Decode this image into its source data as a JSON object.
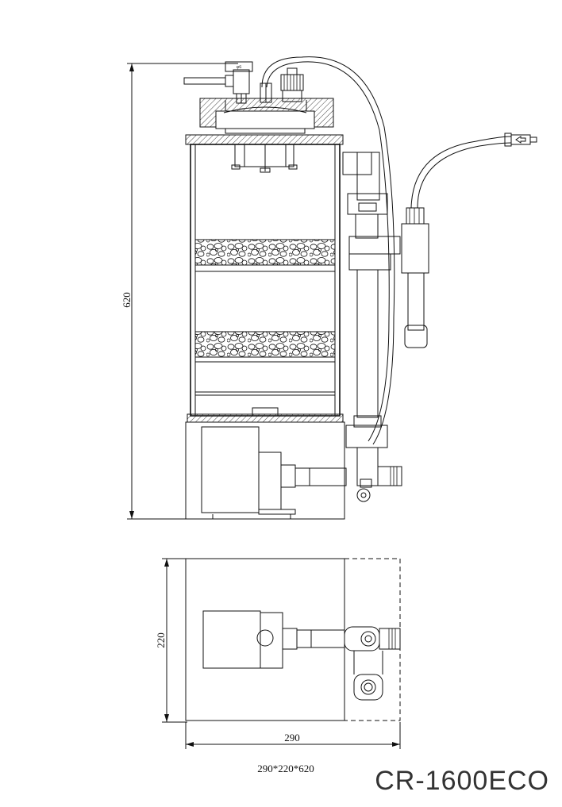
{
  "title_model": "CR-1600ECO",
  "dimensions": {
    "height_label": "620",
    "depth_label": "220",
    "width_label": "290",
    "overall_label": "290*220*620",
    "fitting_label": "φ6"
  }
}
